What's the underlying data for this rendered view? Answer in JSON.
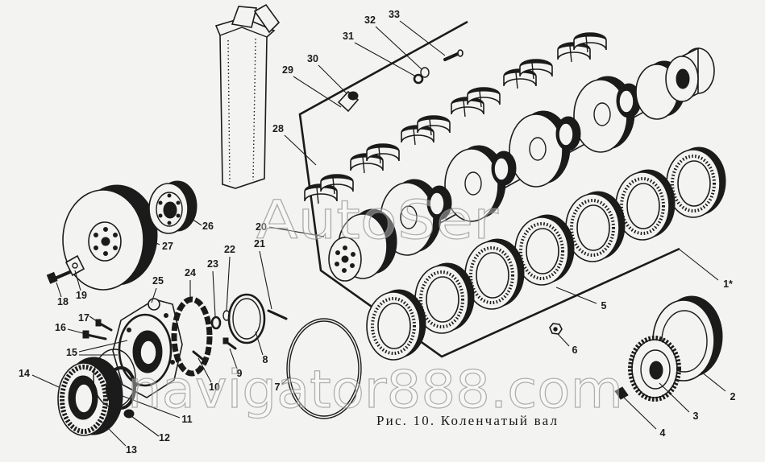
{
  "figure": {
    "caption": "Рис. 10. Коленчатый вал",
    "callouts": {
      "c1": "1*",
      "c2": "2",
      "c3": "3",
      "c4": "4",
      "c5": "5",
      "c6": "6",
      "c7": "7",
      "c8": "8",
      "c9": "9",
      "c10": "10",
      "c11": "11",
      "c12": "12",
      "c13": "13",
      "c14": "14",
      "c15": "15",
      "c16": "16",
      "c17": "17",
      "c18": "18",
      "c19": "19",
      "c20": "20",
      "c21": "21",
      "c22": "22",
      "c23": "23",
      "c24": "24",
      "c25": "25",
      "c26": "26",
      "c27": "27",
      "c28": "28",
      "c29": "29",
      "c30": "30",
      "c31": "31",
      "c32": "32",
      "c33": "33"
    },
    "watermarks": {
      "upper": "AutoSer",
      "lower": "navigator888.com"
    }
  },
  "colors": {
    "ink": "#1b1b1b",
    "paper": "#f3f3f1",
    "watermark_stroke": "#8f8f8f"
  }
}
